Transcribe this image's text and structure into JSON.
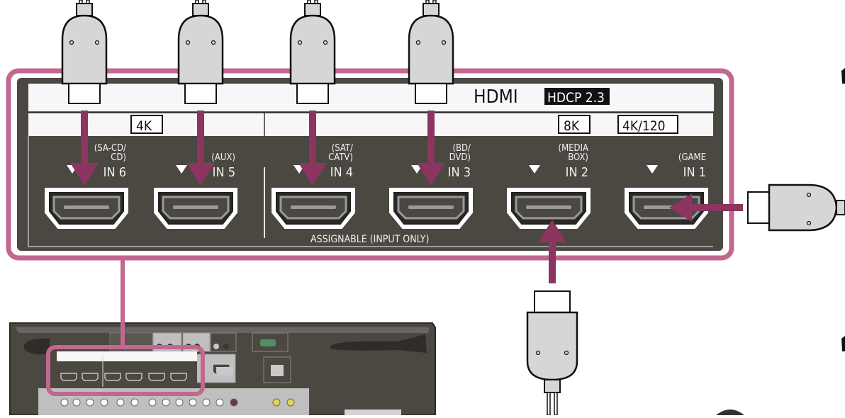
{
  "panel": {
    "brand_label": "HDMI",
    "hdcp_badge": "HDCP 2.3",
    "badges": {
      "group_left": "4K",
      "group_right_1": "8K",
      "group_right_2": "4K/120"
    },
    "assignable_label": "ASSIGNABLE (INPUT ONLY)",
    "ports": [
      {
        "id": "in6",
        "name_line1": "(SA-CD/",
        "name_line2": "CD)",
        "label": "IN 6",
        "cable_connected": true,
        "cable_direction": "from-top"
      },
      {
        "id": "in5",
        "name_line1": "",
        "name_line2": "(AUX)",
        "label": "IN 5",
        "cable_connected": true,
        "cable_direction": "from-top"
      },
      {
        "id": "in4",
        "name_line1": "(SAT/",
        "name_line2": "CATV)",
        "label": "IN 4",
        "cable_connected": true,
        "cable_direction": "from-top"
      },
      {
        "id": "in3",
        "name_line1": "(BD/",
        "name_line2": "DVD)",
        "label": "IN 3",
        "cable_connected": true,
        "cable_direction": "from-top"
      },
      {
        "id": "in2",
        "name_line1": "(MEDIA",
        "name_line2": "BOX)",
        "label": "IN 2",
        "cable_connected": true,
        "cable_direction": "from-bottom"
      },
      {
        "id": "in1",
        "name_line1": "",
        "name_line2": "(GAME",
        "label": "IN 1",
        "cable_connected": true,
        "cable_direction": "from-right"
      }
    ]
  },
  "colors": {
    "highlight": "#c2678f",
    "arrow": "#8b3560",
    "panel_dark": "#4b4741",
    "panel_light": "#f7f7f7",
    "plug_gray": "#d6d6d6",
    "outline": "#1a1a1a"
  }
}
